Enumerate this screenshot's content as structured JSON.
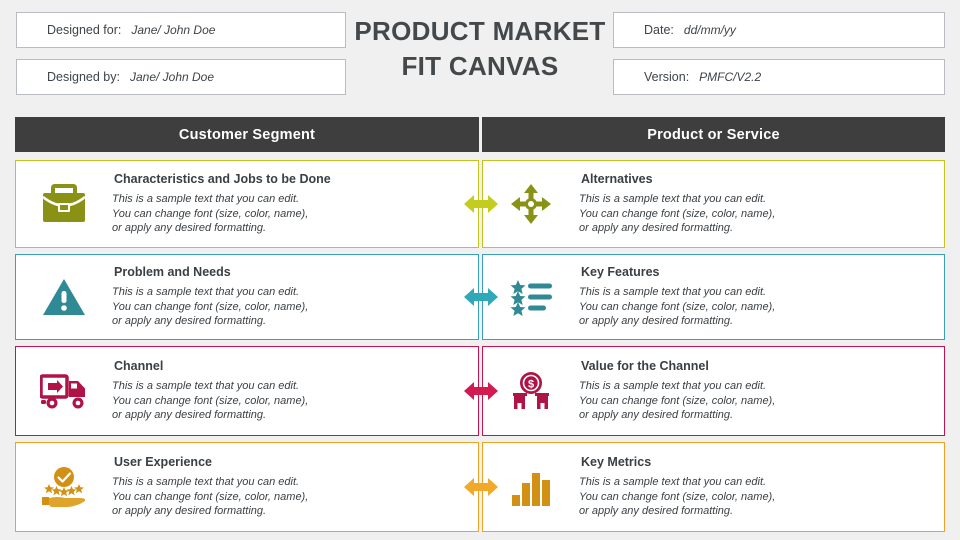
{
  "header": {
    "title_line1": "PRODUCT MARKET",
    "title_line2": "FIT CANVAS",
    "fields": [
      {
        "name": "designed-for",
        "label": "Designed for:",
        "value": "Jane/ John Doe"
      },
      {
        "name": "designed-by",
        "label": "Designed by:",
        "value": "Jane/ John Doe"
      },
      {
        "name": "date",
        "label": "Date:",
        "value": "dd/mm/yy"
      },
      {
        "name": "version",
        "label": "Version:",
        "value": "PMFC/V2.2"
      }
    ]
  },
  "columns": {
    "left_header": "Customer Segment",
    "right_header": "Product or Service",
    "header_bg": "#3e3e3e"
  },
  "sample_text": {
    "line1": "This is a sample text that you can edit.",
    "line2": "You can change font (size, color, name),",
    "line3": "or apply any desired formatting."
  },
  "rows": [
    {
      "accent": "#c4c41f",
      "border": "#c4c41f",
      "icon_color": "#8a9216",
      "arrow_color": "#c4cd1e",
      "left": {
        "title": "Characteristics and Jobs to be Done",
        "icon": "briefcase-icon"
      },
      "right": {
        "title": "Alternatives",
        "icon": "four-way-arrow-icon"
      }
    },
    {
      "accent": "#3a9fb8",
      "border": "#3a9fb8",
      "icon_color": "#2f8a96",
      "arrow_color": "#2fa9b8",
      "left": {
        "title": "Problem and Needs",
        "icon": "warning-triangle-icon"
      },
      "right": {
        "title": "Key Features",
        "icon": "star-list-icon"
      }
    },
    {
      "accent": "#c4134d",
      "border": "#c4134d",
      "icon_color": "#b01446",
      "arrow_color": "#d31a52",
      "left": {
        "title": "Channel",
        "icon": "delivery-truck-icon"
      },
      "right": {
        "title": "Value for the Channel",
        "icon": "money-hands-icon"
      }
    },
    {
      "accent": "#eba425",
      "border": "#eba425",
      "icon_color": "#d29115",
      "arrow_color": "#f2a828",
      "left": {
        "title": "User Experience",
        "icon": "hand-stars-rating-icon"
      },
      "right": {
        "title": "Key Metrics",
        "icon": "bar-chart-icon"
      }
    }
  ]
}
